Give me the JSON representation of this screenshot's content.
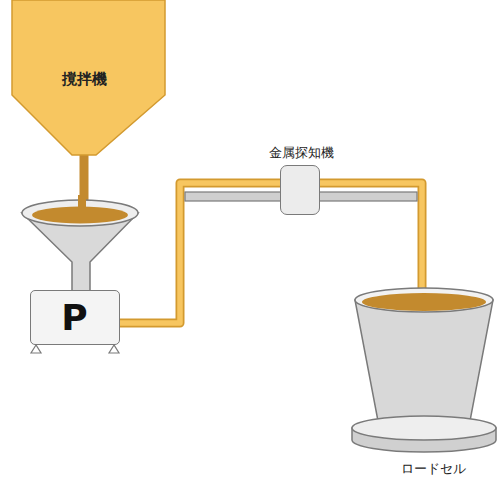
{
  "diagram": {
    "nodes": [
      {
        "text": [
          "撹拌機"
        ]
      },
      {
        "text": [
          "金属探知機"
        ]
      },
      {
        "text": [
          "P"
        ]
      },
      {
        "text": [
          "ロードセル"
        ]
      }
    ],
    "edges": [
      {
        "from": 0,
        "to": 2,
        "arrow": "none"
      },
      {
        "from": 2,
        "to": 1,
        "arrow": "none"
      },
      {
        "from": 1,
        "to": 3,
        "arrow": "to"
      }
    ]
  }
}
